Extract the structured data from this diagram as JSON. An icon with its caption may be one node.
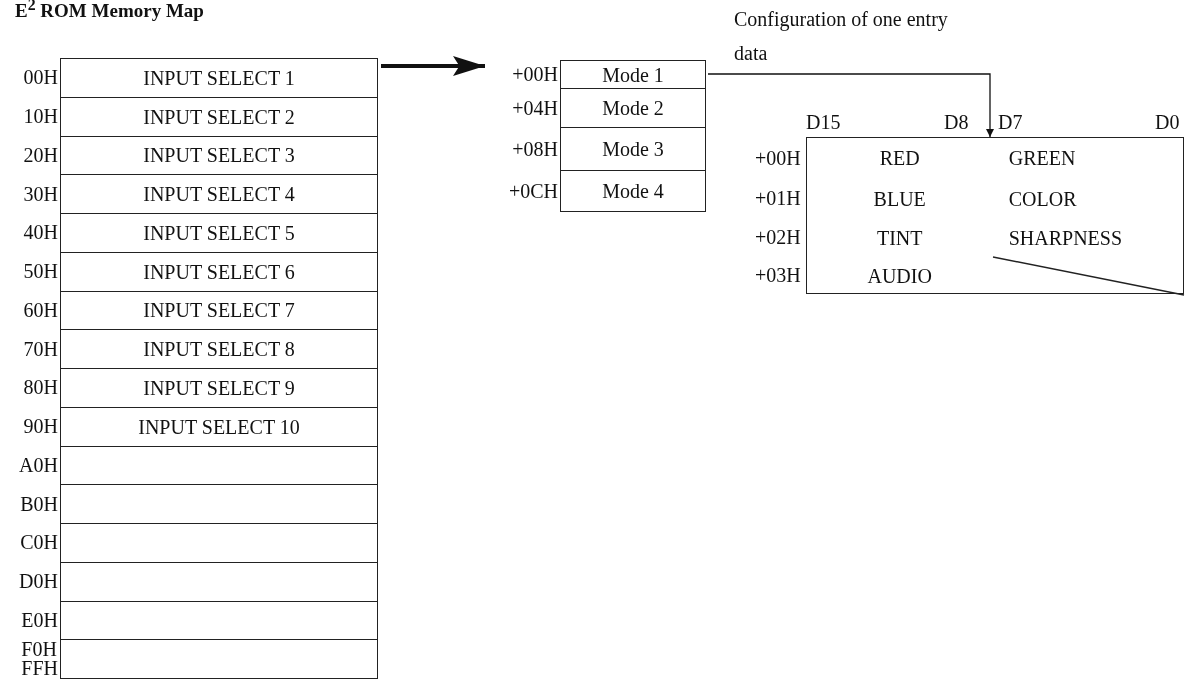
{
  "diagram": {
    "title": "E$^{2}$ ROM Memory Map",
    "nodes": [
      {
        "text": [
          "INPUT SELECT 1"
        ],
        "beside": [
          "00H"
        ]
      },
      {
        "text": [
          "INPUT SELECT 2"
        ],
        "beside": [
          "10H"
        ]
      },
      {
        "text": [
          "INPUT SELECT 3"
        ],
        "beside": [
          "20H"
        ]
      },
      {
        "text": [
          "INPUT SELECT 4"
        ],
        "beside": [
          "30H"
        ]
      },
      {
        "text": [
          "INPUT SELECT 5"
        ],
        "beside": [
          "40H"
        ]
      },
      {
        "text": [
          "INPUT SELECT 6"
        ],
        "beside": [
          "50H"
        ]
      },
      {
        "text": [
          "INPUT SELECT 7"
        ],
        "beside": [
          "60H"
        ]
      },
      {
        "text": [
          "INPUT SELECT 8"
        ],
        "beside": [
          "70H"
        ]
      },
      {
        "text": [
          "INPUT SELECT 9"
        ],
        "beside": [
          "80H"
        ]
      },
      {
        "text": [
          "INPUT SELECT 10"
        ],
        "beside": [
          "90H"
        ]
      },
      {
        "text": [],
        "shape": "box",
        "beside": [
          "A0H"
        ]
      },
      {
        "text": [],
        "shape": "box",
        "beside": [
          "B0H"
        ]
      },
      {
        "text": [],
        "shape": "box",
        "beside": [
          "C0H"
        ]
      },
      {
        "text": [],
        "shape": "box",
        "beside": [
          "D0H"
        ]
      },
      {
        "text": [],
        "shape": "box",
        "beside": [
          "E0H"
        ]
      },
      {
        "text": [],
        "shape": "box",
        "beside": [
          "F0H",
          "FFH"
        ]
      },
      {
        "text": [
          "Mode 1"
        ],
        "beside": [
          "+00H"
        ]
      },
      {
        "text": [
          "Mode 2"
        ],
        "beside": [
          "+04H"
        ]
      },
      {
        "text": [
          "Mode 3"
        ],
        "beside": [
          "+08H"
        ]
      },
      {
        "text": [
          "Mode 4"
        ],
        "beside": [
          "+0CH"
        ]
      },
      {
        "text": [],
        "shape": "box"
      },
      {
        "text": [
          "RED"
        ],
        "in": 20,
        "beside": [
          "+00H"
        ]
      },
      {
        "text": [
          "GREEN"
        ],
        "in": 20
      },
      {
        "text": [
          "BLUE"
        ],
        "in": 20,
        "beside": [
          "+01H"
        ]
      },
      {
        "text": [
          "COLOR"
        ],
        "in": 20
      },
      {
        "text": [
          "TINT"
        ],
        "in": 20,
        "beside": [
          "+02H"
        ]
      },
      {
        "text": [
          "SHARPNESS"
        ],
        "in": 20
      },
      {
        "text": [
          "AUDIO"
        ],
        "in": 20,
        "beside": [
          "+03H"
        ]
      },
      {
        "text": [],
        "shape": "box",
        "in": 20
      }
    ],
    "edges": [
      {
        "from": 0,
        "to": 16,
        "arrow": "to",
        "style": "thick"
      },
      {
        "from": 16,
        "to": 20,
        "arrow": "to",
        "label": "Configuration of one entry data"
      }
    ],
    "labels": [
      "D15",
      "D8",
      "D7",
      "D0"
    ]
  }
}
